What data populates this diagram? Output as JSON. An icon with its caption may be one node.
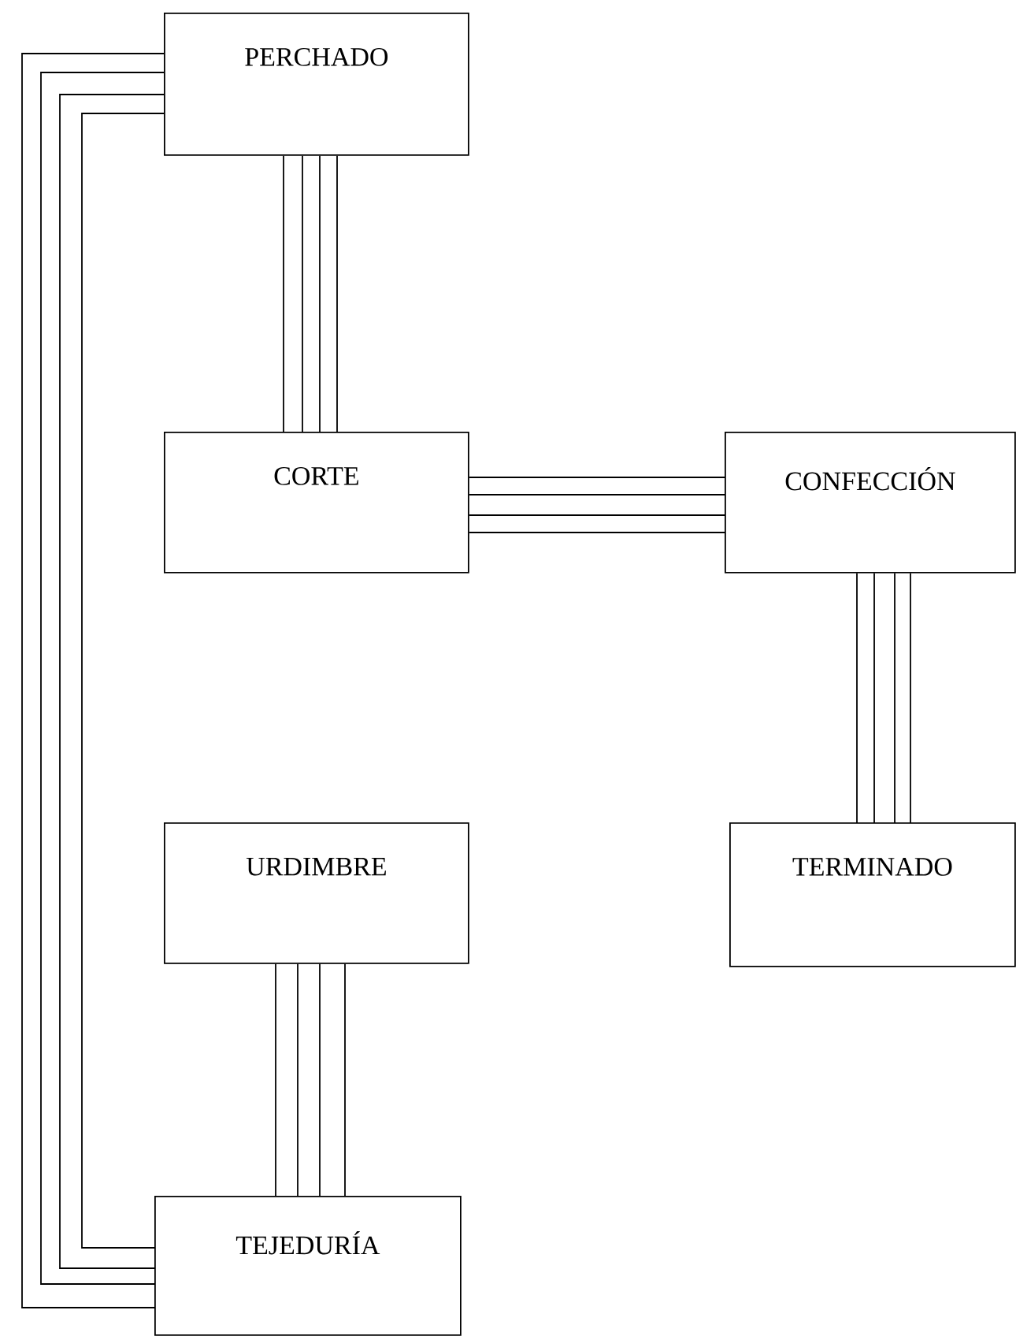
{
  "diagram": {
    "nodes": [
      {
        "text": [
          "PERCHADO"
        ]
      },
      {
        "text": [
          "CORTE"
        ]
      },
      {
        "text": [
          "CONFECCIÓN"
        ]
      },
      {
        "text": [
          "URDIMBRE"
        ]
      },
      {
        "text": [
          "TERMINADO"
        ]
      },
      {
        "text": [
          "TEJEDURÍA"
        ]
      }
    ],
    "edges": [
      {
        "from": 3,
        "to": 5,
        "arrow": "none"
      },
      {
        "from": 5,
        "to": 0,
        "arrow": "none"
      },
      {
        "from": 0,
        "to": 1,
        "arrow": "none"
      },
      {
        "from": 1,
        "to": 2,
        "arrow": "none"
      },
      {
        "from": 2,
        "to": 4,
        "arrow": "none"
      }
    ]
  }
}
